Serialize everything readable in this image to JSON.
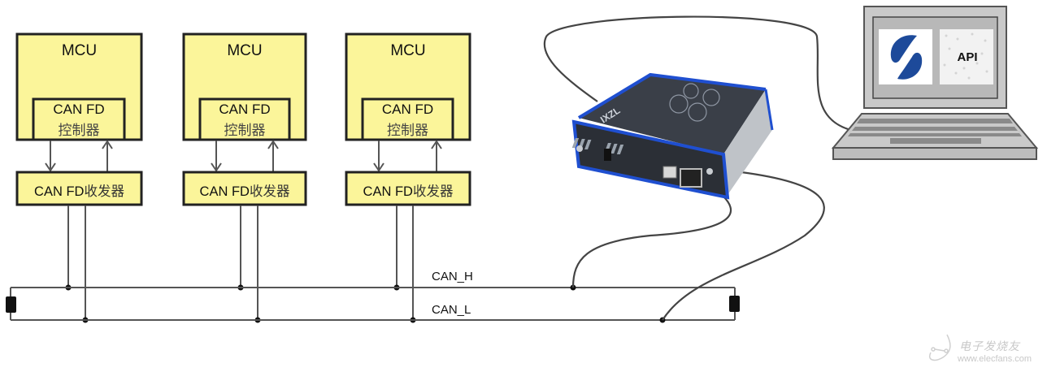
{
  "nodes": [
    {
      "mcu_label": "MCU",
      "controller_line1": "CAN FD",
      "controller_line2": "控制器",
      "transceiver_prefix": "CAN FD",
      "transceiver_suffix": "收发器"
    },
    {
      "mcu_label": "MCU",
      "controller_line1": "CAN FD",
      "controller_line2": "控制器",
      "transceiver_prefix": "CAN FD",
      "transceiver_suffix": "收发器"
    },
    {
      "mcu_label": "MCU",
      "controller_line1": "CAN FD",
      "controller_line2": "控制器",
      "transceiver_prefix": "CAN FD",
      "transceiver_suffix": "收发器"
    }
  ],
  "bus": {
    "high_label": "CAN_H",
    "low_label": "CAN_L"
  },
  "laptop": {
    "screen_label": "API",
    "logo_icon": "s-logo-icon"
  },
  "device": {
    "name": "CAN FD interface device",
    "brand_mark": "IXZL"
  },
  "watermark": {
    "line1": "电子发烧友",
    "line2": "www.elecfans.com"
  },
  "colors": {
    "box_fill": "#fbf59a",
    "box_border": "#222222",
    "line": "#555555",
    "device_blue": "#1f4fd0",
    "device_body": "#2b2f36",
    "logo_blue": "#1d4a9a",
    "laptop_gray": "#c9c9c9"
  }
}
